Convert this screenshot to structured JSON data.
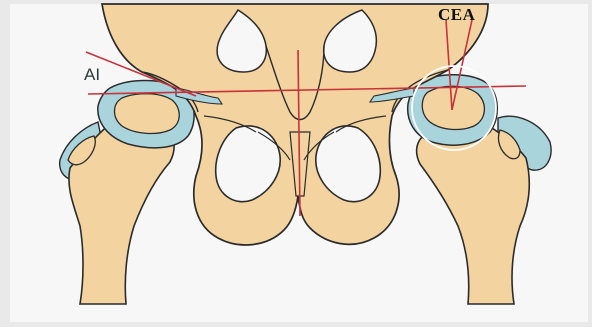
{
  "figure": {
    "labels": {
      "acetabular_index": "AI",
      "center_edge_angle": "CEA"
    },
    "colors": {
      "background": "#e9e9e9",
      "paper": "#f7f7f7",
      "bone": "#f3d39f",
      "bone_outline": "#2b2b2b",
      "cartilage": "#a9d4dc",
      "measurement_lines": "#c8323a",
      "femoral_head_circle": "#ffffff"
    },
    "icons": [
      "pelvis-diagram",
      "femoral-head-circle"
    ]
  }
}
